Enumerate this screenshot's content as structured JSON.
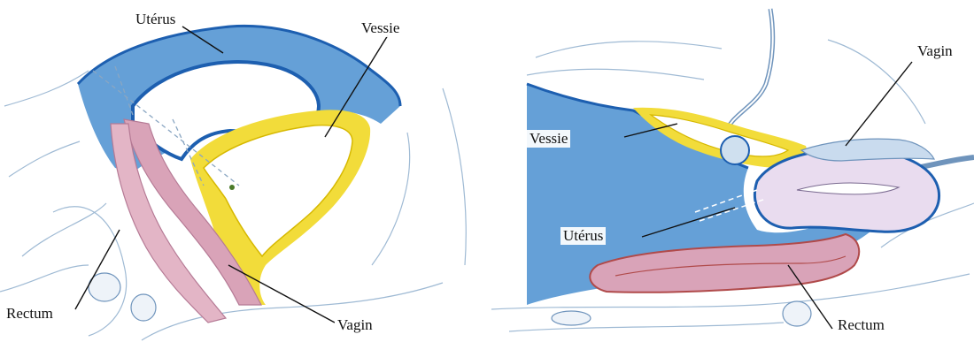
{
  "left": {
    "labels": {
      "uterus": "Utérus",
      "vessie": "Vessie",
      "rectum": "Rectum",
      "vagin": "Vagin"
    }
  },
  "right": {
    "labels": {
      "vagin": "Vagin",
      "vessie": "Vessie",
      "uterus": "Utérus",
      "rectum": "Rectum"
    }
  },
  "colors": {
    "blue_fill": "#4a8fd0",
    "blue_outline": "#1d5fb0",
    "yellow": "#f2dc3a",
    "pink": "#d9a3b8",
    "lavender": "#e9dcef",
    "line": "#7aa3c8"
  }
}
